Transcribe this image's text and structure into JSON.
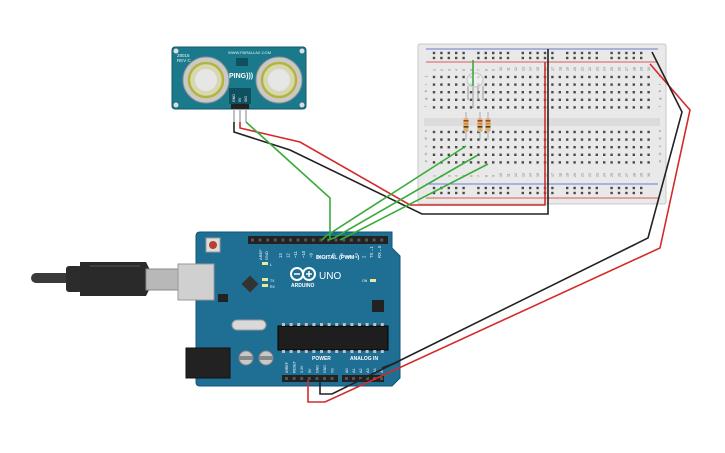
{
  "sensor": {
    "model": "28015",
    "rev": "REV C",
    "url": "WWW.PARALLAX.COM",
    "name": "PING)))",
    "pins": [
      "GND",
      "5V",
      "SIG"
    ]
  },
  "arduino": {
    "brand": "ARDUINO",
    "model": "UNO",
    "digital_label": "DIGITAL (PWM~)",
    "power_label": "POWER",
    "analog_label": "ANALOG IN",
    "aref": "AREF",
    "gnd": "GND",
    "tx": "TX",
    "rx": "RX",
    "l": "L",
    "on": "ON",
    "digital_pins": [
      "13",
      "12",
      "~11",
      "~10",
      "~9",
      "8",
      "7",
      "~6",
      "~5",
      "4",
      "~3",
      "2",
      "TX→1",
      "RX←0"
    ],
    "power_pins": [
      "IOREF",
      "RESET",
      "3.3V",
      "5V",
      "GND",
      "GND",
      "Vin"
    ],
    "analog_pins": [
      "A0",
      "A1",
      "A2",
      "A3",
      "A4",
      "A5"
    ]
  },
  "breadboard": {
    "row_letters_top": [
      "j",
      "i",
      "h",
      "g",
      "f"
    ],
    "row_letters_bottom": [
      "e",
      "d",
      "c",
      "b",
      "a"
    ],
    "column_numbers": [
      "1",
      "2",
      "3",
      "4",
      "5",
      "6",
      "7",
      "8",
      "9",
      "10",
      "11",
      "12",
      "13",
      "14",
      "15",
      "16",
      "17",
      "18",
      "19",
      "20",
      "21",
      "22",
      "23",
      "24",
      "25",
      "26",
      "27",
      "28",
      "29",
      "30"
    ]
  },
  "colors": {
    "wire_red": "#d42a2a",
    "wire_black": "#222222",
    "wire_green": "#3aab3a",
    "board_blue": "#1e6f93",
    "sensor_teal": "#1a7a8c"
  }
}
